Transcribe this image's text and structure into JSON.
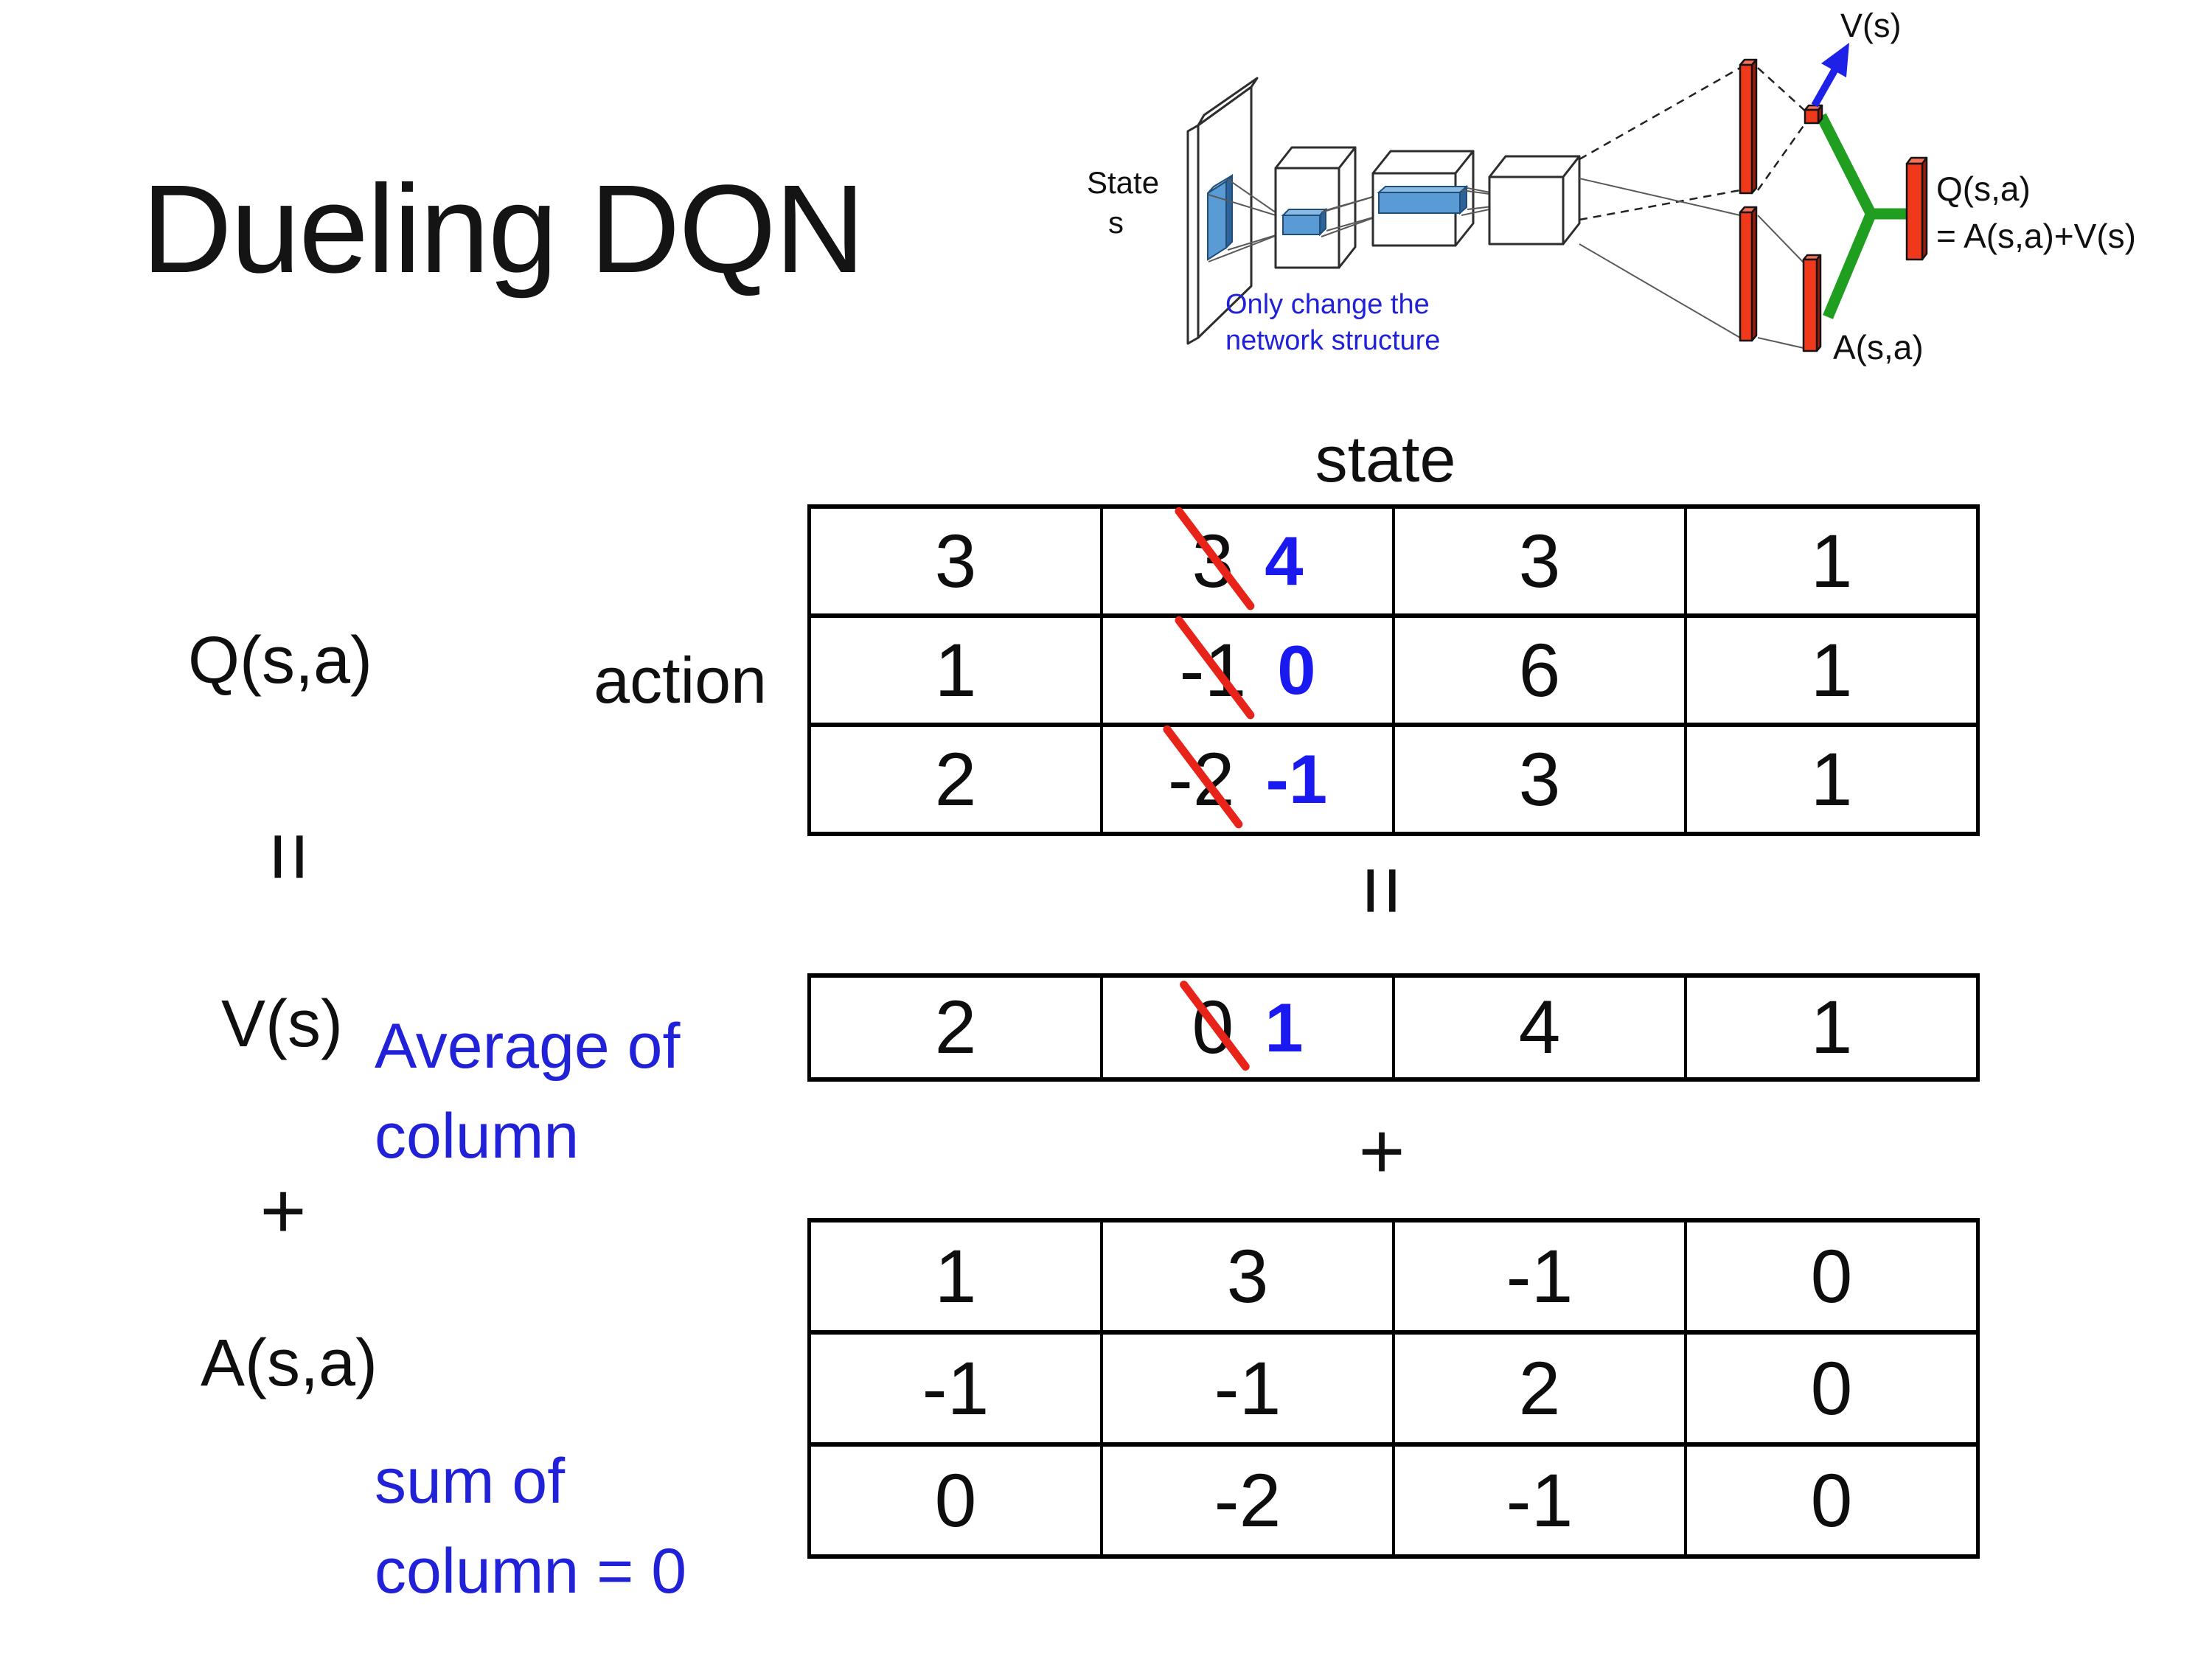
{
  "slide": {
    "title": "Dueling DQN"
  },
  "colors": {
    "accent_blue": "#2121d8",
    "number_blue": "#1a1af0",
    "strike_red": "#e8231a",
    "bar_red": "#f0391b",
    "connector_green": "#1f9e1f",
    "arrow_blue": "#1e22e8",
    "feature_blue": "#5b9bd5"
  },
  "diagram": {
    "state_line1": "State",
    "state_line2": "s",
    "note_line1": "Only change the",
    "note_line2": "network structure",
    "v_out": "V(s)",
    "q_out_line1": "Q(s,a)",
    "q_out_line2": "= A(s,a)+V(s)",
    "a_out": "A(s,a)"
  },
  "labels": {
    "state_axis": "state",
    "action_axis": "action",
    "q_term": "Q(s,a)",
    "v_term": "V(s)",
    "a_term": "A(s,a)",
    "equals_left": "=",
    "equals_mid": "=",
    "plus_left": "+",
    "plus_mid": "+",
    "avg_line1": "Average of",
    "avg_line2": "column",
    "sum_line1": "sum of",
    "sum_line2": "column = 0"
  },
  "q_table": {
    "rows": [
      [
        "3",
        "3",
        "3",
        "1"
      ],
      [
        "1",
        "-1",
        "6",
        "1"
      ],
      [
        "2",
        "-2",
        "3",
        "1"
      ]
    ],
    "replacements": [
      "4",
      "0",
      "-1"
    ],
    "struck_column": 1
  },
  "v_table": {
    "rows": [
      [
        "2",
        "0",
        "4",
        "1"
      ]
    ],
    "replacements": [
      "1"
    ],
    "struck_column": 1
  },
  "a_table": {
    "rows": [
      [
        "1",
        "3",
        "-1",
        "0"
      ],
      [
        "-1",
        "-1",
        "2",
        "0"
      ],
      [
        "0",
        "-2",
        "-1",
        "0"
      ]
    ]
  }
}
